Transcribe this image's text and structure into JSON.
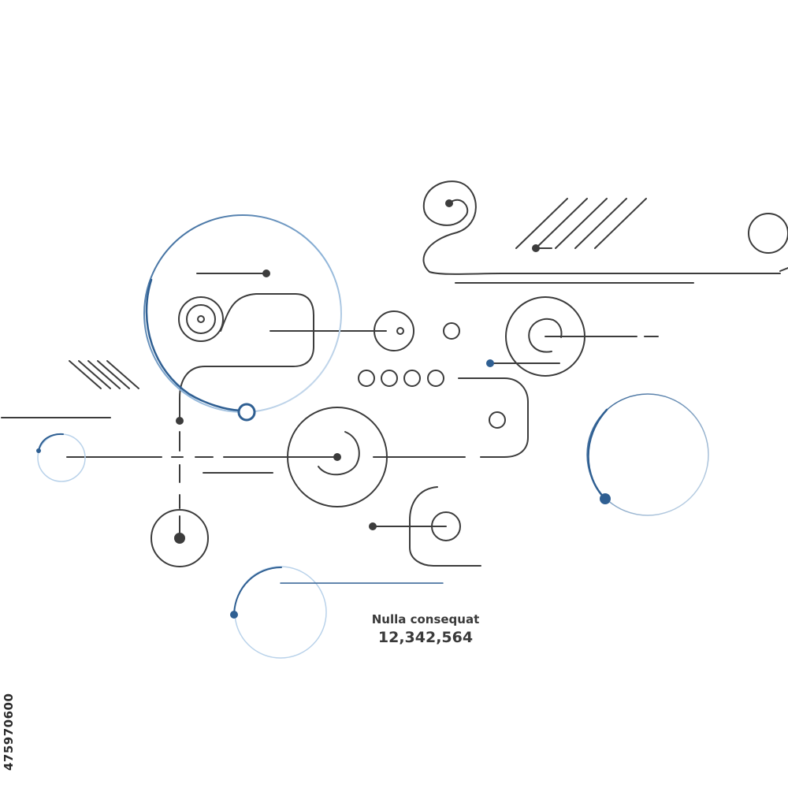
{
  "caption": {
    "title": "Nulla consequat",
    "value": "12,342,564"
  },
  "stock_id": "475970600",
  "colors": {
    "line": "#3c3c3c",
    "accent": "#2f5f92",
    "accent_light": "#b9d2ea",
    "background": "#ffffff"
  }
}
